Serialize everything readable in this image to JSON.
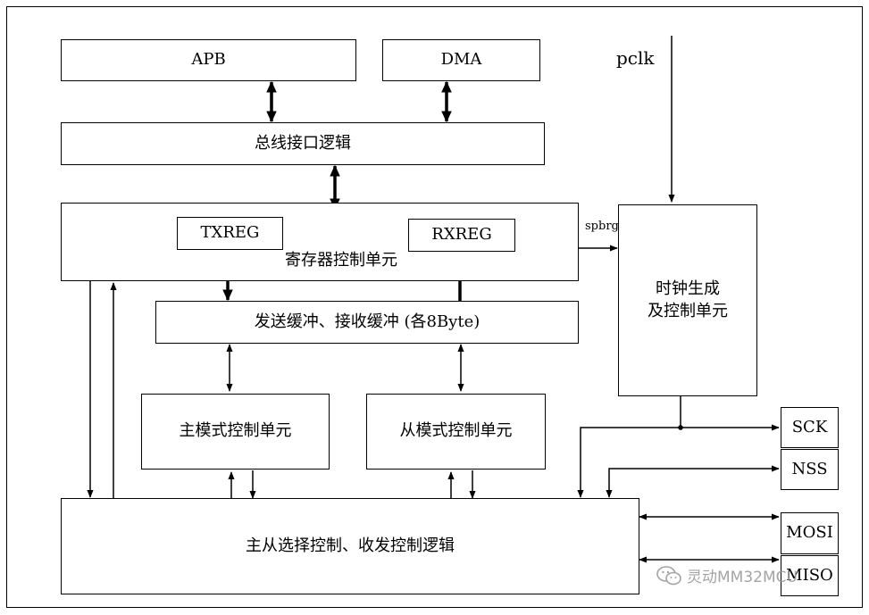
{
  "blocks": {
    "apb": "APB",
    "dma": "DMA",
    "bus_logic": "总线接口逻辑",
    "register_unit": "寄存器控制单元",
    "txreg": "TXREG",
    "rxreg": "RXREG",
    "buffer": "发送缓冲、接收缓冲 (各8Byte)",
    "master_unit": "主模式控制单元",
    "slave_unit": "从模式控制单元",
    "clock_unit": "时钟生成\n及控制单元",
    "main_logic": "主从选择控制、收发控制逻辑",
    "sck": "SCK",
    "nss": "NSS",
    "mosi": "MOSI",
    "miso": "MISO"
  },
  "signals": {
    "pclk": "pclk",
    "spbrg": "spbrg"
  },
  "watermark": "灵动MM32MCU"
}
